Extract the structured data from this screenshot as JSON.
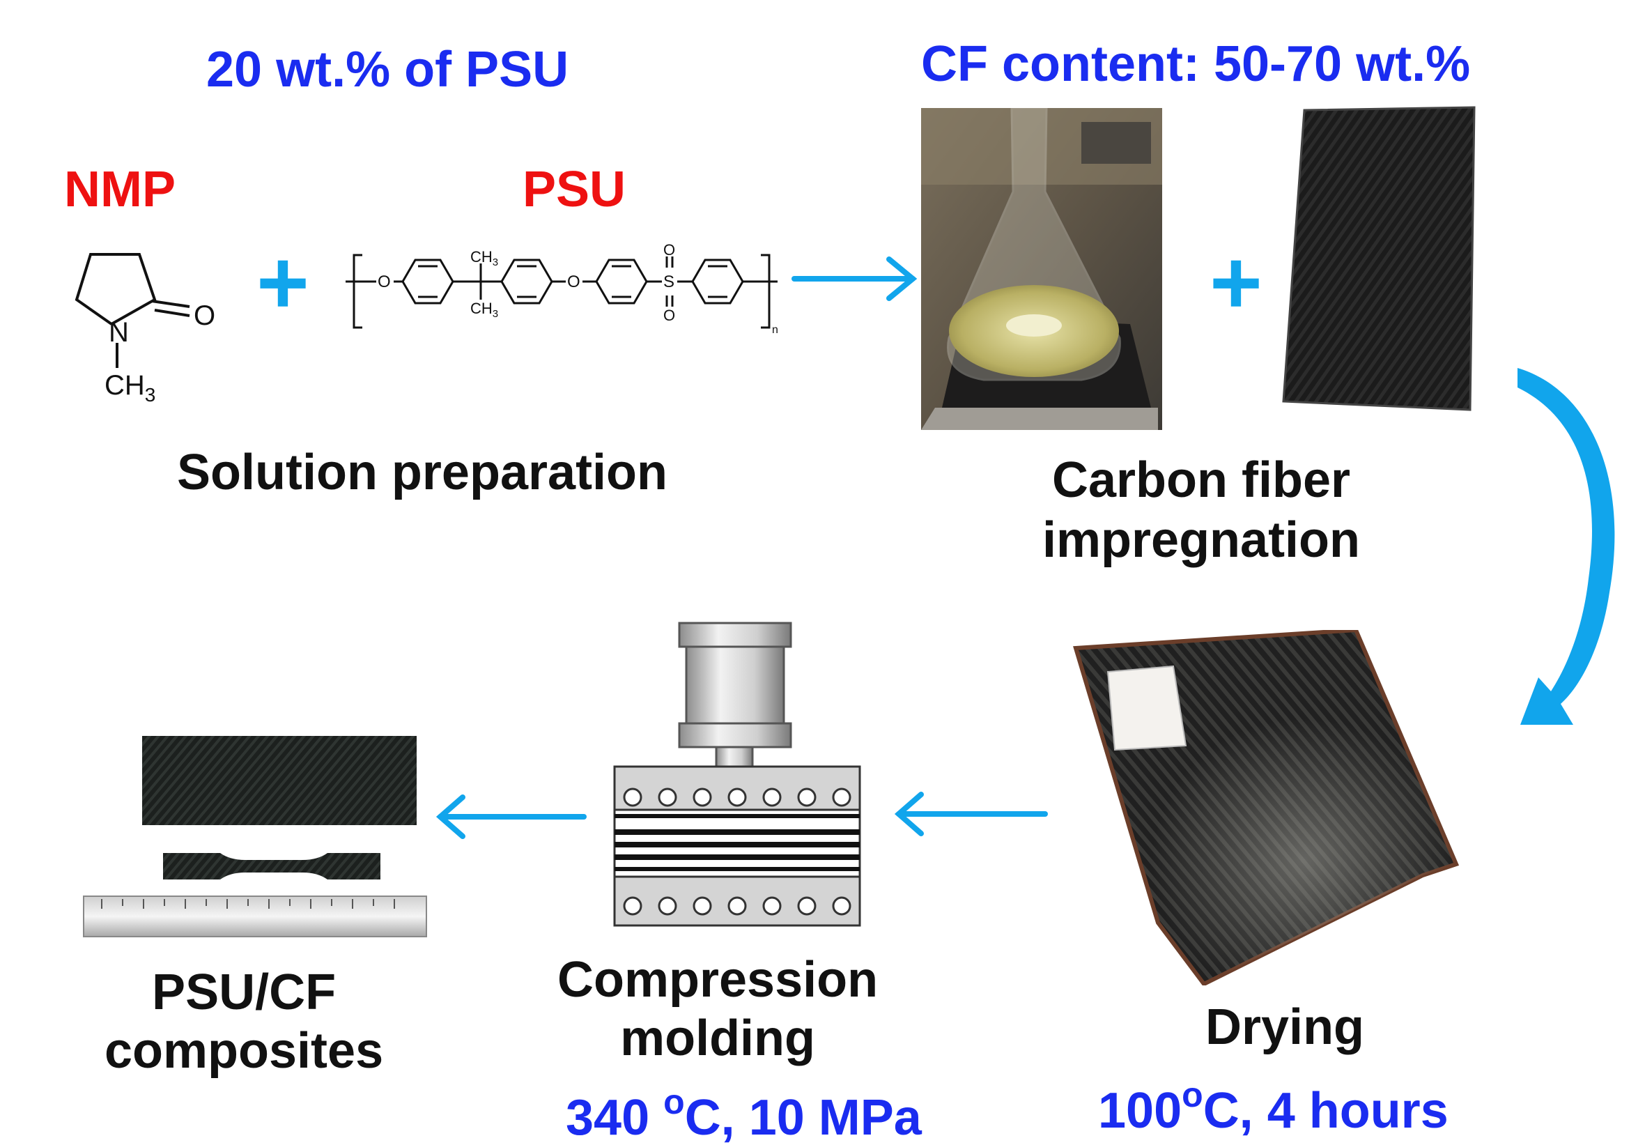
{
  "labels": {
    "psu_concentration": "20 wt.% of PSU",
    "cf_content": "CF content: 50-70 wt.%",
    "nmp": "NMP",
    "psu": "PSU",
    "solution_preparation": "Solution preparation",
    "carbon_fiber_line1": "Carbon fiber",
    "carbon_fiber_line2": "impregnation",
    "drying": "Drying",
    "drying_temp": "100",
    "drying_rest": "C, 4 hours",
    "compression_line1": "Compression",
    "compression_line2": "molding",
    "compression_temp": "340 ",
    "compression_rest": "C, 10 MPa",
    "degree_symbol": "o",
    "composites_line1": "PSU/CF",
    "composites_line2": "composites",
    "plus": "+"
  },
  "chem": {
    "nmp_o": "O",
    "nmp_n": "N",
    "nmp_ch3": "CH",
    "nmp_sub3": "3",
    "psu_o": "O",
    "psu_s": "S",
    "psu_ch3": "CH",
    "psu_sub3": "3",
    "psu_n": "n"
  },
  "colors": {
    "blue_text": "#1a2cf0",
    "red_text": "#ee1111",
    "arrow": "#11a5ec",
    "black_text": "#111111"
  }
}
